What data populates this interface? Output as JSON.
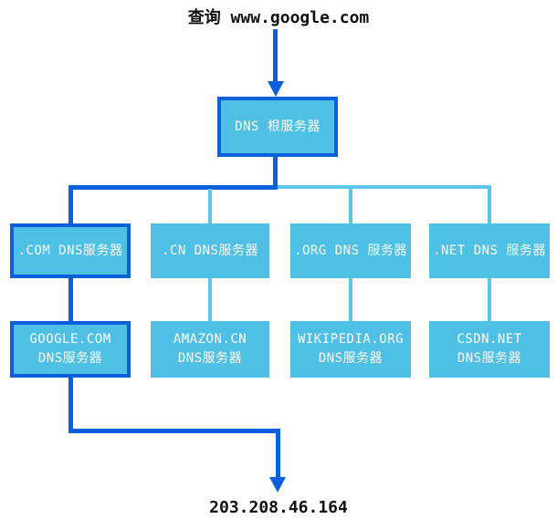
{
  "title": "DNS lookup flow diagram",
  "colors": {
    "dark_blue_path": "#0d60dc",
    "box_fill": "#4fc0e5",
    "light_line": "#5bc6ea",
    "label_text": "#111111",
    "box_text": "#ffffff"
  },
  "query": {
    "label": "查询 www.google.com"
  },
  "root_server": {
    "label": "DNS 根服务器"
  },
  "tld_servers": [
    {
      "label": ".COM DNS服务器",
      "highlighted": true
    },
    {
      "label": ".CN DNS服务器",
      "highlighted": false
    },
    {
      "label": ".ORG DNS 服务器",
      "highlighted": false
    },
    {
      "label": ".NET DNS 服务器",
      "highlighted": false
    }
  ],
  "authoritative_servers": [
    {
      "line1": "GOOGLE.COM",
      "line2": "DNS服务器",
      "highlighted": true
    },
    {
      "line1": "AMAZON.CN",
      "line2": "DNS服务器",
      "highlighted": false
    },
    {
      "line1": "WIKIPEDIA.ORG",
      "line2": "DNS服务器",
      "highlighted": false
    },
    {
      "line1": "CSDN.NET",
      "line2": "DNS服务器",
      "highlighted": false
    }
  ],
  "result": {
    "ip": "203.208.46.164"
  }
}
